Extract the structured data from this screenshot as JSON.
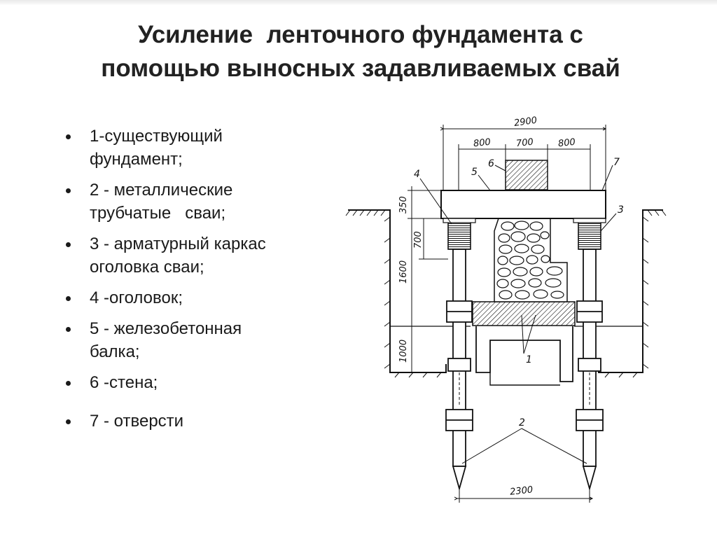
{
  "slide": {
    "title_lines": [
      "Усиление  ленточного фундамента с",
      "помощью выносных задавливаемых свай"
    ],
    "items": [
      "1-существующий фундамент;",
      "2 - металлические трубчатые   сваи;",
      "3 - арматурный каркас  оголовка сваи;",
      "4 -оголовок;",
      "5 - железобетонная балка;",
      "6 -стена;",
      "7 - отверсти"
    ]
  },
  "drawing": {
    "dimensions": {
      "total_top": "2900",
      "left_span": "800",
      "mid_span": "700",
      "right_span": "800",
      "beam_height": "350",
      "head_height": "700",
      "depth_upper": "1600",
      "depth_lower": "1000",
      "pile_spacing": "2300"
    },
    "callouts": {
      "existing_foundation": "1",
      "piles": "2",
      "pile_cage": "3",
      "pile_head": "4",
      "beam": "5",
      "wall": "6",
      "opening": "7"
    }
  }
}
